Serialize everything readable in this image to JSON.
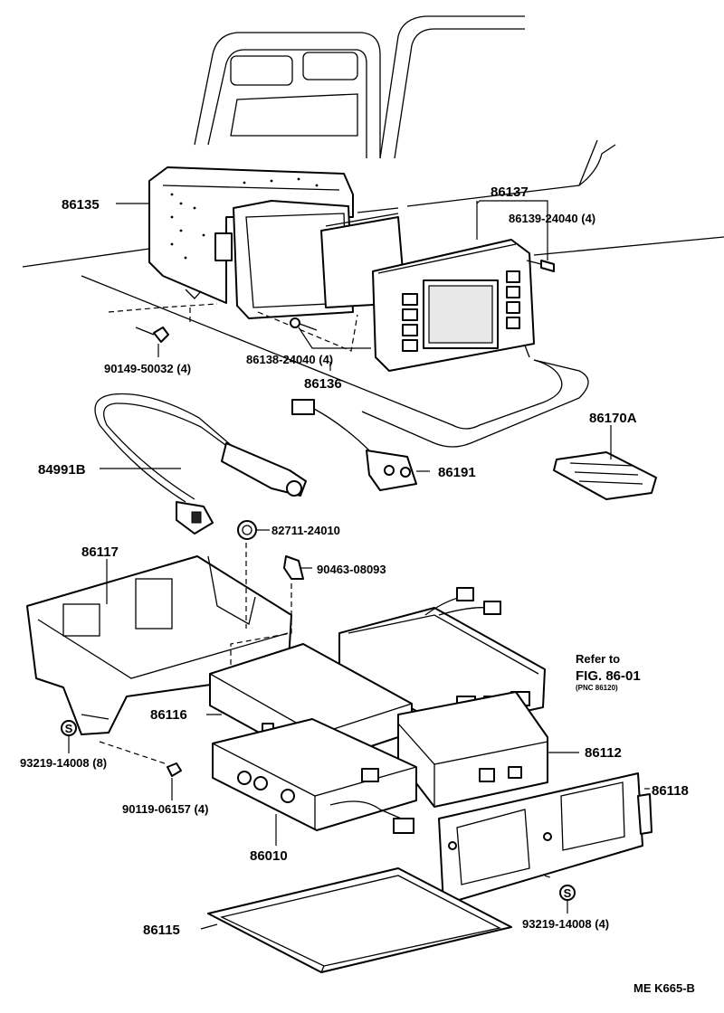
{
  "diagram": {
    "labels": {
      "p86135": "86135",
      "p86137": "86137",
      "p86139": "86139-24040 (4)",
      "p90149": "90149-50032 (4)",
      "p86138": "86138-24040 (4)",
      "p86136": "86136",
      "p86170a": "86170A",
      "p84991b": "84991B",
      "p86191": "86191",
      "p82711": "82711-24010",
      "p86117": "86117",
      "p90463": "90463-08093",
      "refer1": "Refer to",
      "refer2": "FIG. 86-01",
      "refer3": "(PNC 86120)",
      "p86116": "86116",
      "p86112": "86112",
      "p93219a": "93219-14008 (8)",
      "p90119": "90119-06157 (4)",
      "p86118": "86118",
      "p86010": "86010",
      "p93219b": "93219-14008 (4)",
      "p86115": "86115",
      "code": "ME K665-B",
      "s_mark": "S"
    }
  }
}
